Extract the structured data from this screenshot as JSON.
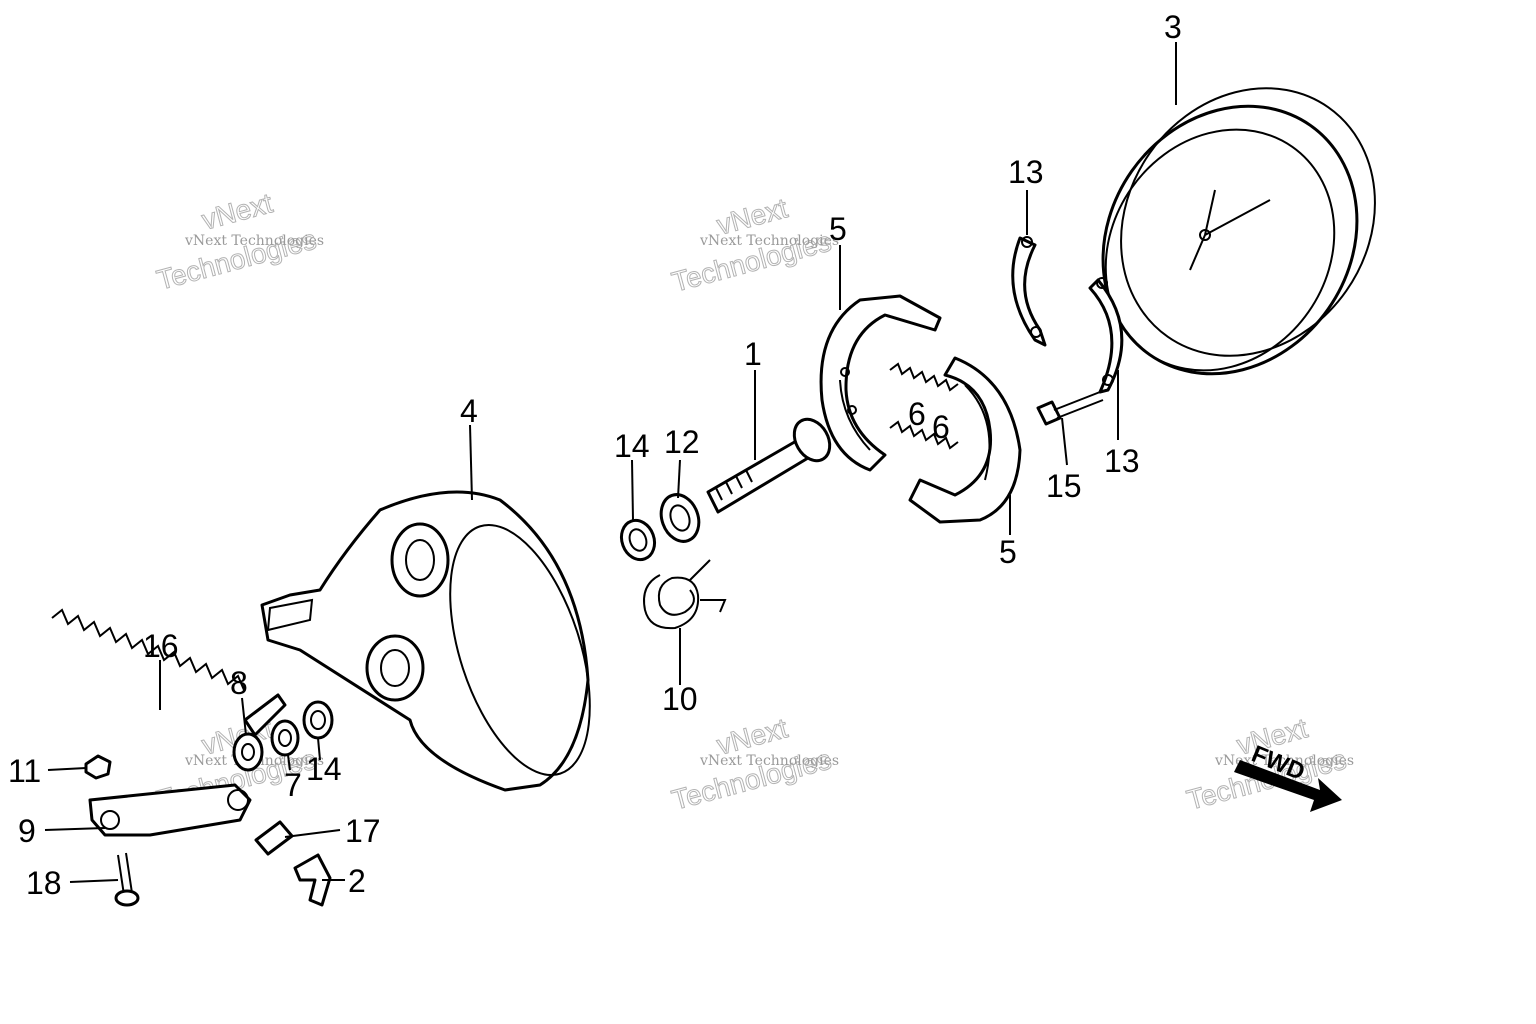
{
  "callouts": {
    "c1": "1",
    "c2": "2",
    "c3": "3",
    "c4": "4",
    "c5a": "5",
    "c5b": "5",
    "c6a": "6",
    "c6b": "6",
    "c7": "7",
    "c8": "8",
    "c9": "9",
    "c10": "10",
    "c11": "11",
    "c12": "12",
    "c13a": "13",
    "c13b": "13",
    "c14a": "14",
    "c14b": "14",
    "c15": "15",
    "c16": "16",
    "c17": "17",
    "c18": "18"
  },
  "watermark": {
    "small": "vNext Technologies",
    "big_top": "vNext",
    "big_bottom": "Technologies"
  },
  "fwd_label": "FWD",
  "colors": {
    "ink": "#000000",
    "watermark": "#9a9a9a",
    "background": "#ffffff"
  }
}
